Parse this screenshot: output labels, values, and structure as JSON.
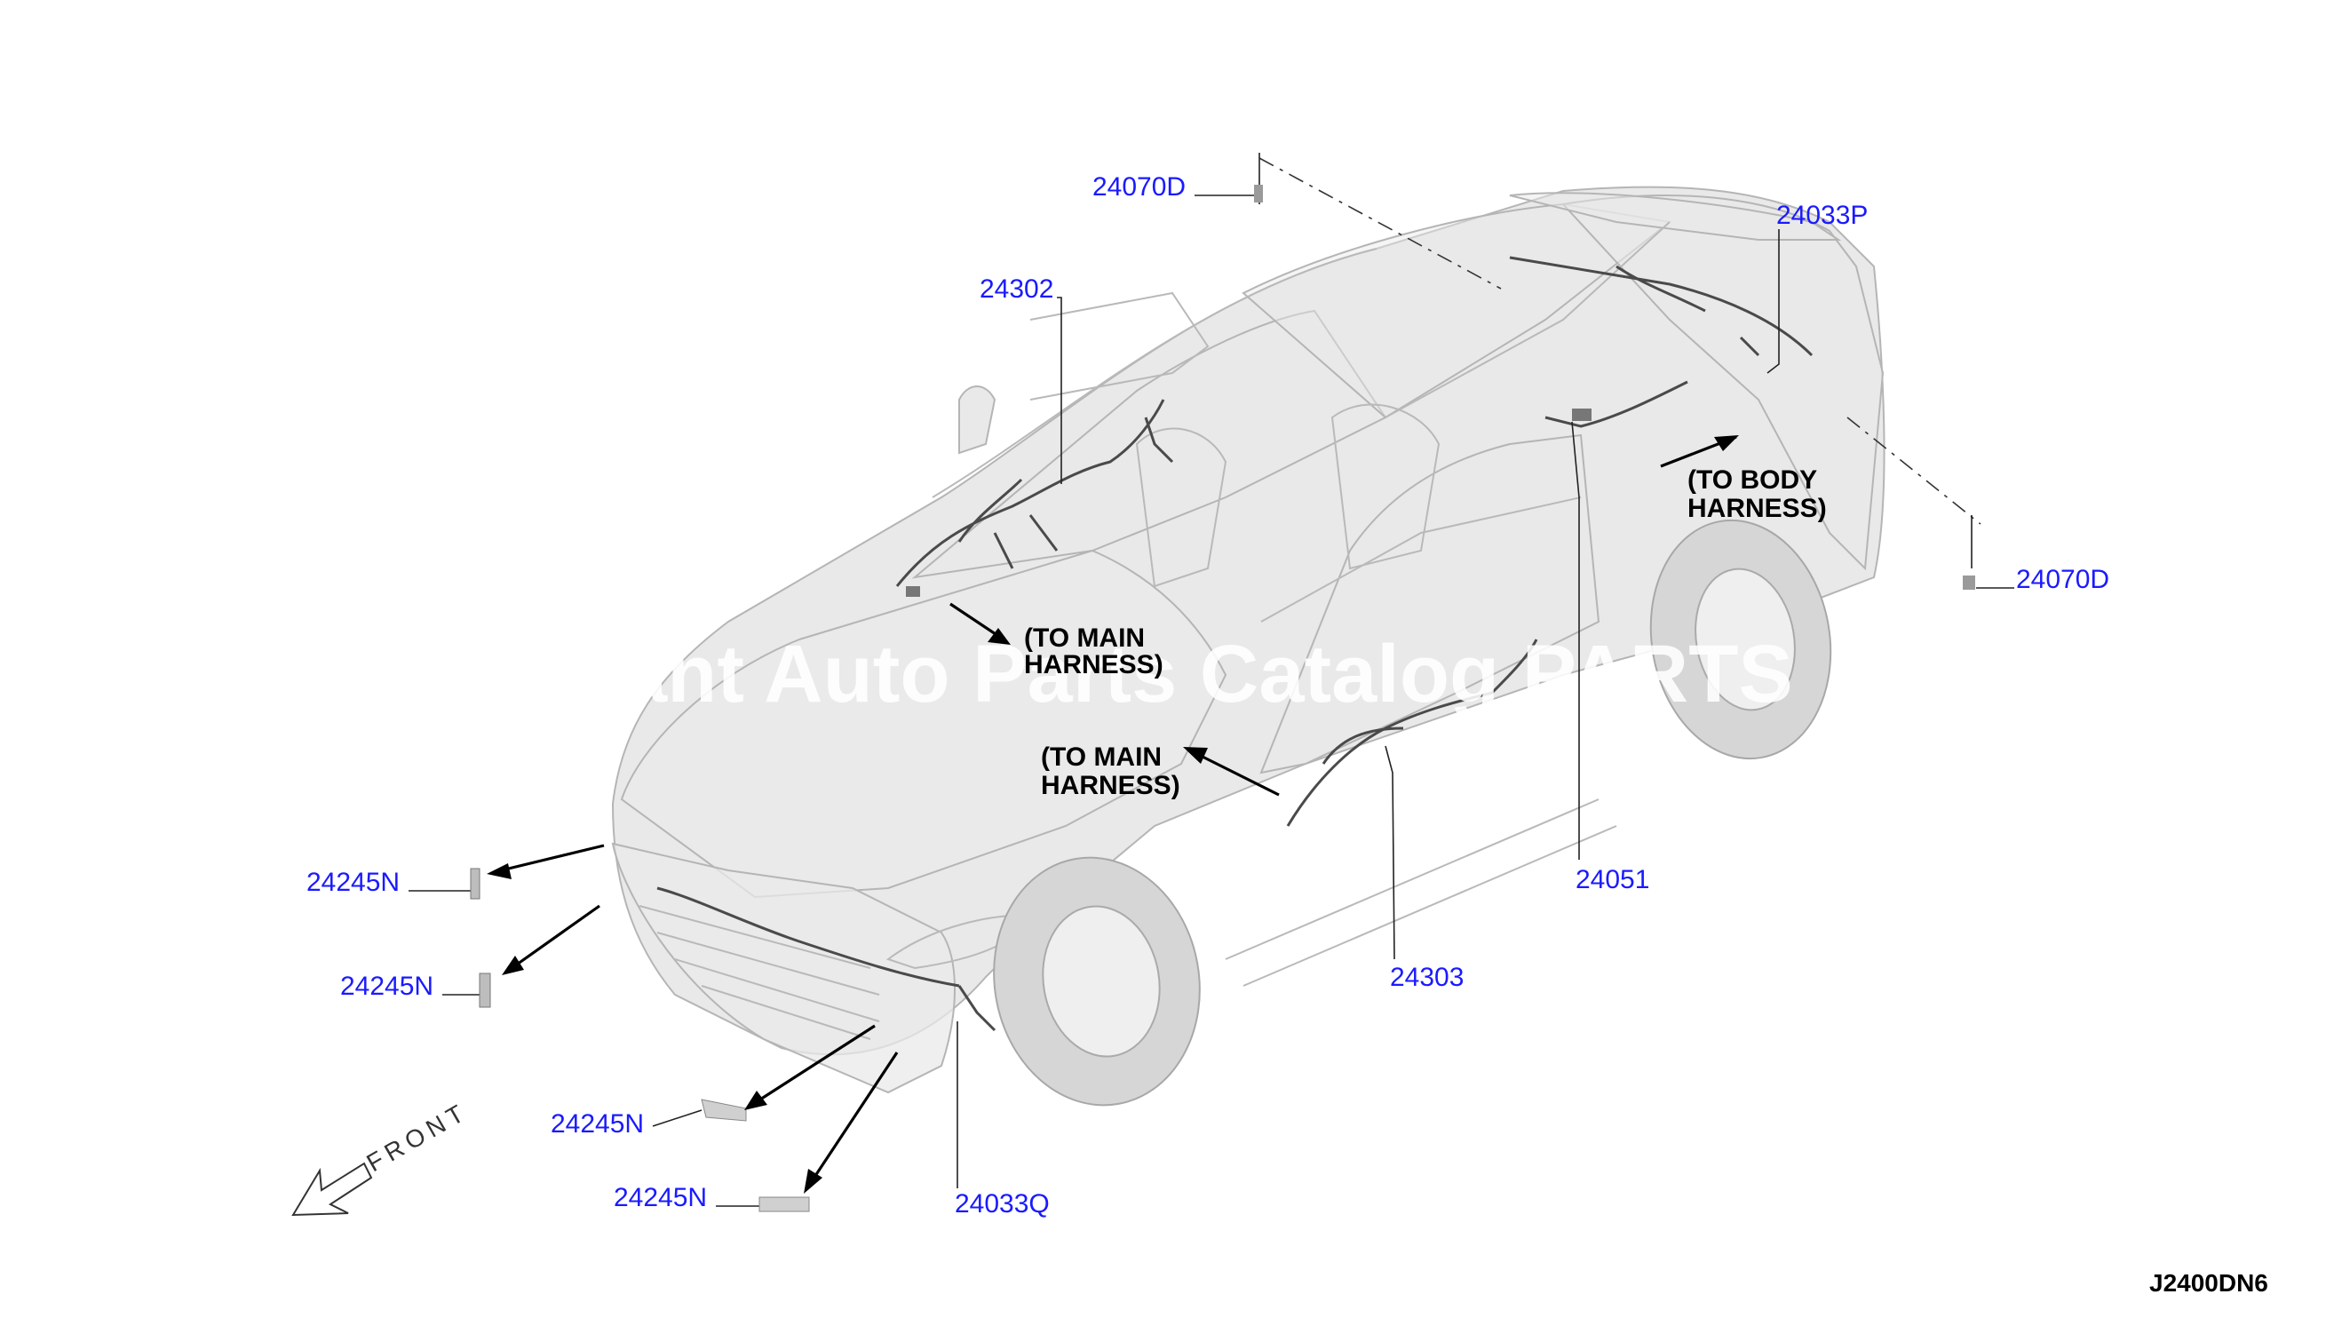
{
  "diagram": {
    "code": "J2400DN6",
    "watermark": "ant Auto Parts Catalog PARTS",
    "direction_label": "FRONT"
  },
  "parts": [
    {
      "id": "p_24070D_top",
      "label": "24070D"
    },
    {
      "id": "p_24302",
      "label": "24302"
    },
    {
      "id": "p_24033P",
      "label": "24033P"
    },
    {
      "id": "p_24070D_right",
      "label": "24070D"
    },
    {
      "id": "p_24051",
      "label": "24051"
    },
    {
      "id": "p_24303",
      "label": "24303"
    },
    {
      "id": "p_24245N_1",
      "label": "24245N"
    },
    {
      "id": "p_24245N_2",
      "label": "24245N"
    },
    {
      "id": "p_24245N_3",
      "label": "24245N"
    },
    {
      "id": "p_24245N_4",
      "label": "24245N"
    },
    {
      "id": "p_24033Q",
      "label": "24033Q"
    }
  ],
  "notes": {
    "to_body": [
      "(TO BODY",
      "HARNESS)"
    ],
    "to_main_upper": [
      "(TO MAIN",
      "HARNESS)"
    ],
    "to_main_lower": [
      "(TO MAIN",
      "HARNESS)"
    ]
  }
}
